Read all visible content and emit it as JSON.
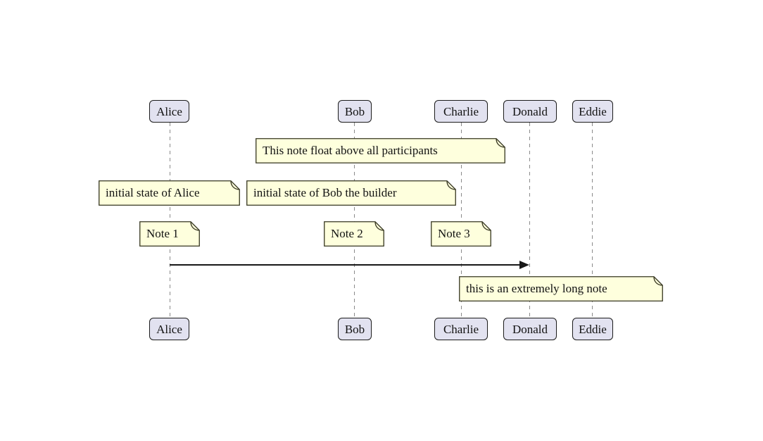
{
  "diagram": {
    "type": "sequence-diagram",
    "background": "#ffffff",
    "colors": {
      "participant_fill": "#E2E2F0",
      "participant_border": "#1b1b1b",
      "note_fill": "#FEFFDD",
      "note_border": "#35351f",
      "lifeline": "#8a8a8a",
      "arrow": "#181818",
      "text": "#121212"
    }
  },
  "participants": [
    {
      "name": "Alice"
    },
    {
      "name": "Bob"
    },
    {
      "name": "Charlie"
    },
    {
      "name": "Donald"
    },
    {
      "name": "Eddie"
    }
  ],
  "notes": [
    {
      "text": "This note float above all participants",
      "over": "Bob, Charlie"
    },
    {
      "text": "initial state of Alice",
      "over": "Alice"
    },
    {
      "text": "initial state of Bob the builder",
      "over": "Bob"
    },
    {
      "text": "Note 1",
      "over": "Alice"
    },
    {
      "text": "Note 2",
      "over": "Bob"
    },
    {
      "text": "Note 3",
      "over": "Charlie"
    },
    {
      "text": "this is an extremely long note",
      "over": "Charlie, Donald, Eddie"
    }
  ],
  "messages": [
    {
      "from": "Alice",
      "to": "Donald"
    }
  ]
}
